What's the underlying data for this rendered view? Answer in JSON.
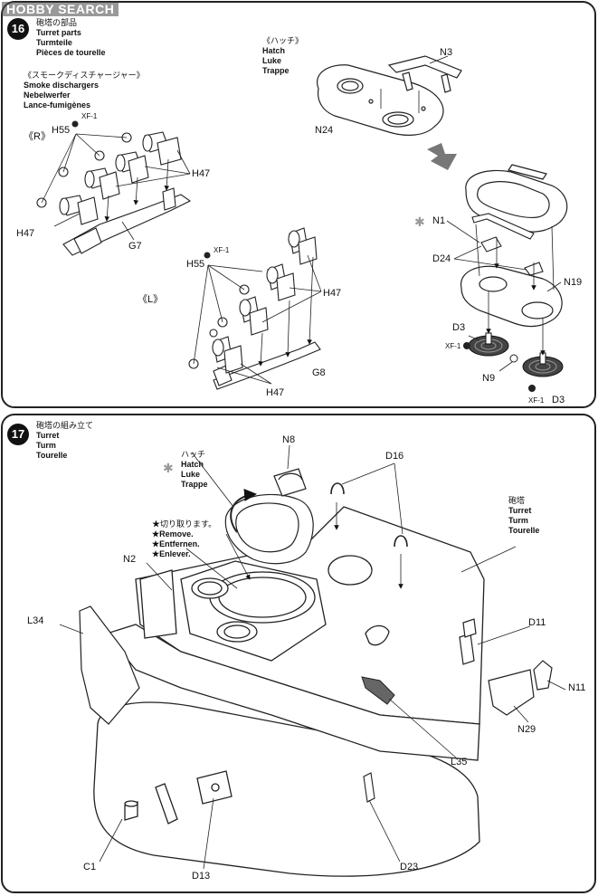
{
  "watermark": "HOBBY SEARCH",
  "step16": {
    "number": "16",
    "title_jp": "砲塔の部品",
    "title_en": "Turret parts",
    "title_de": "Turmteile",
    "title_fr": "Pièces de tourelle",
    "smoke_jp": "《スモークディスチャージャー》",
    "smoke_en": "Smoke dischargers",
    "smoke_de": "Nebelwerfer",
    "smoke_fr": "Lance-fumigènes",
    "hatch_jp": "《ハッチ》",
    "hatch_en": "Hatch",
    "hatch_de": "Luke",
    "hatch_fr": "Trappe",
    "right_mark": "《R》",
    "left_mark": "《L》",
    "parts": {
      "n3": "N3",
      "n24": "N24",
      "h55a": "H55",
      "h55b": "H55",
      "xf1a": "XF-1",
      "xf1b": "XF-1",
      "xf1c": "XF-1",
      "xf1d": "XF-1",
      "h47a": "H47",
      "h47b": "H47",
      "h47c": "H47",
      "h47d": "H47",
      "g7": "G7",
      "g8": "G8",
      "n1": "N1",
      "d24": "D24",
      "n19": "N19",
      "d3a": "D3",
      "d3b": "D3",
      "n9": "N9"
    }
  },
  "step17": {
    "number": "17",
    "title_jp": "砲塔の組み立て",
    "title_en": "Turret",
    "title_de": "Turm",
    "title_fr": "Tourelle",
    "hatch_jp": "ハッチ",
    "hatch_en": "Hatch",
    "hatch_de": "Luke",
    "hatch_fr": "Trappe",
    "remove_jp": "★切り取ります。",
    "remove_en": "★Remove.",
    "remove_de": "★Entfernen.",
    "remove_fr": "★Enlever.",
    "turret_jp": "砲塔",
    "turret_en": "Turret",
    "turret_de": "Turm",
    "turret_fr": "Tourelle",
    "parts": {
      "n8": "N8",
      "d16": "D16",
      "n2": "N2",
      "l34": "L34",
      "d11": "D11",
      "n11": "N11",
      "n29": "N29",
      "l35": "L35",
      "c1": "C1",
      "d13": "D13",
      "d23": "D23"
    }
  }
}
